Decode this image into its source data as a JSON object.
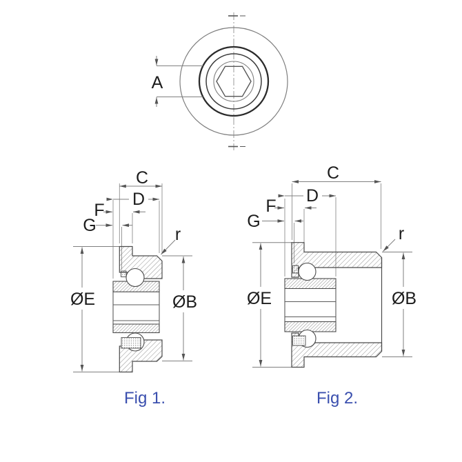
{
  "drawing": {
    "title": "Conveyor flanged bearing dimension drawing",
    "top_view": {
      "dim_a": "A"
    },
    "fig1": {
      "caption": "Fig 1.",
      "dim_c": "C",
      "dim_d": "D",
      "dim_f": "F",
      "dim_g": "G",
      "dim_r": "r",
      "dim_oe": "ØE",
      "dim_ob": "ØB"
    },
    "fig2": {
      "caption": "Fig 2.",
      "dim_c": "C",
      "dim_d": "D",
      "dim_f": "F",
      "dim_g": "G",
      "dim_r": "r",
      "dim_oe": "ØE",
      "dim_ob": "ØB"
    },
    "colors": {
      "caption_blue": "#3a4fae",
      "ink": "#1c1c1c"
    }
  }
}
